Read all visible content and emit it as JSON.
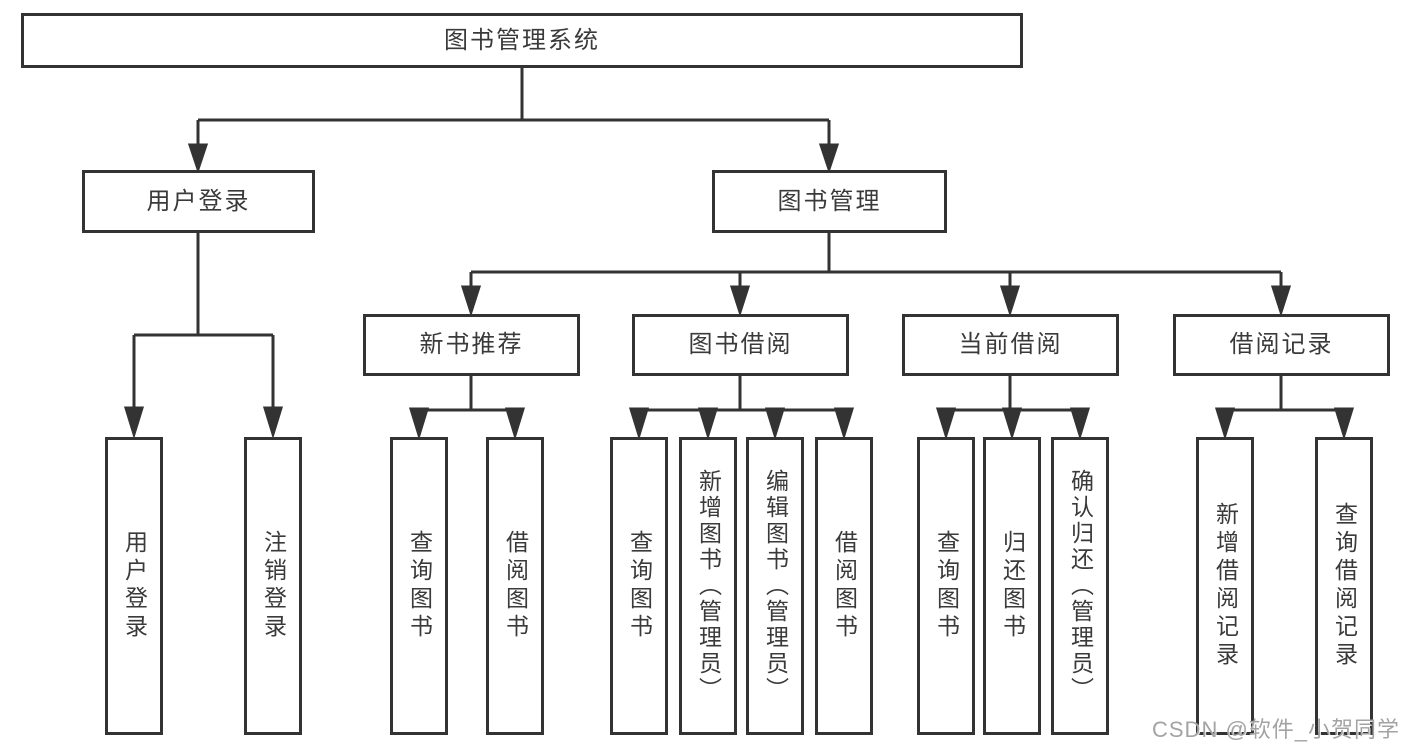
{
  "tree": {
    "root": {
      "label": "图书管理系统"
    },
    "branches": [
      {
        "label": "用户登录",
        "children": [
          {
            "label": "用户登录"
          },
          {
            "label": "注销登录"
          }
        ]
      },
      {
        "label": "图书管理",
        "children": [
          {
            "label": "新书推荐",
            "children": [
              {
                "label": "查询图书"
              },
              {
                "label": "借阅图书"
              }
            ]
          },
          {
            "label": "图书借阅",
            "children": [
              {
                "label": "查询图书"
              },
              {
                "label": "新增图书（管理员）"
              },
              {
                "label": "编辑图书（管理员）"
              },
              {
                "label": "借阅图书"
              }
            ]
          },
          {
            "label": "当前借阅",
            "children": [
              {
                "label": "查询图书"
              },
              {
                "label": "归还图书"
              },
              {
                "label": "确认归还（管理员）"
              }
            ]
          },
          {
            "label": "借阅记录",
            "children": [
              {
                "label": "新增借阅记录"
              },
              {
                "label": "查询借阅记录"
              }
            ]
          }
        ]
      }
    ]
  },
  "watermark": "CSDN @软件_小贺同学",
  "colors": {
    "line": "#333333",
    "box_border": "#333333",
    "text": "#3a3a3a",
    "watermark": "#a3a3a3",
    "background": "#ffffff"
  }
}
